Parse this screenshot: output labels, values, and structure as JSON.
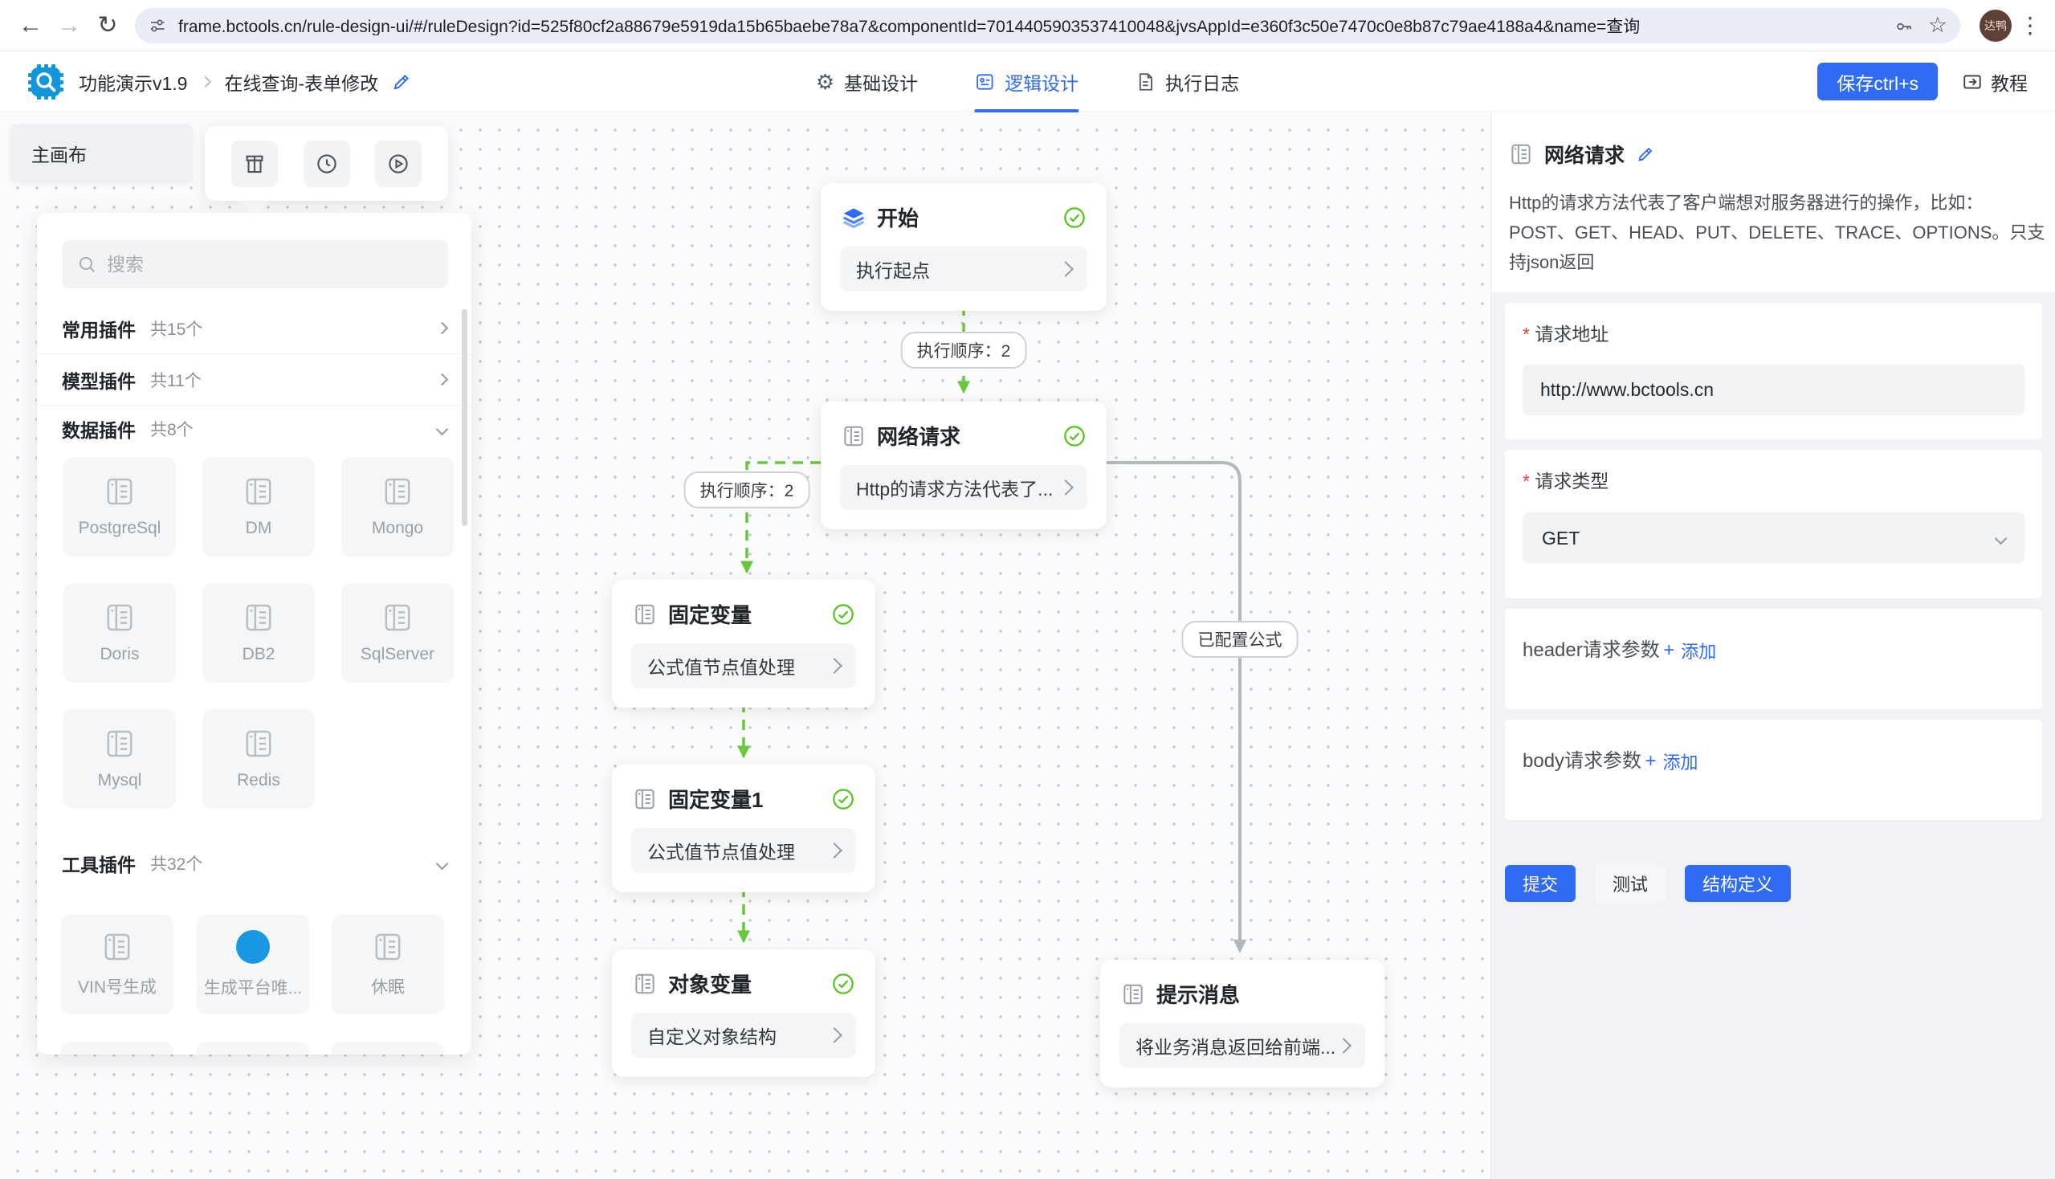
{
  "browser": {
    "url": "frame.bctools.cn/rule-design-ui/#/ruleDesign?id=525f80cf2a88679e5919da15b65baebe78a7&componentId=7014405903537410048&jvsAppId=e360f3c50e7470c0e8b87c79ae4188a4&name=查询",
    "avatar_text": "达鸭"
  },
  "header": {
    "app_title": "功能演示v1.9",
    "page_title": "在线查询-表单修改",
    "tabs": [
      {
        "label": "基础设计"
      },
      {
        "label": "逻辑设计"
      },
      {
        "label": "执行日志"
      }
    ],
    "save_label": "保存ctrl+s",
    "tutorial_label": "教程"
  },
  "palette": {
    "canvas_tab": "主画布",
    "search_placeholder": "搜索",
    "categories": [
      {
        "name": "常用插件",
        "count": "共15个"
      },
      {
        "name": "模型插件",
        "count": "共11个"
      },
      {
        "name": "数据插件",
        "count": "共8个"
      },
      {
        "name": "工具插件",
        "count": "共32个"
      }
    ],
    "data_plugins": [
      "PostgreSql",
      "DM",
      "Mongo",
      "Doris",
      "DB2",
      "SqlServer",
      "Mysql",
      "Redis"
    ],
    "tool_plugins": [
      "VIN号生成",
      "生成平台唯...",
      "休眠"
    ]
  },
  "canvas": {
    "nodes": {
      "start": {
        "title": "开始",
        "field": "执行起点"
      },
      "http": {
        "title": "网络请求",
        "field": "Http的请求方法代表了..."
      },
      "var1": {
        "title": "固定变量",
        "field": "公式值节点值处理"
      },
      "var2": {
        "title": "固定变量1",
        "field": "公式值节点值处理"
      },
      "obj": {
        "title": "对象变量",
        "field": "自定义对象结构"
      },
      "msg": {
        "title": "提示消息",
        "field": "将业务消息返回给前端..."
      }
    },
    "edges": {
      "order_label_1": "执行顺序：2",
      "order_label_2": "执行顺序：2",
      "formula_label": "已配置公式"
    }
  },
  "inspector": {
    "title": "网络请求",
    "description": "Http的请求方法代表了客户端想对服务器进行的操作，比如：POST、GET、HEAD、PUT、DELETE、TRACE、OPTIONS。只支持json返回",
    "url_field": {
      "label": "请求地址",
      "value": "http://www.bctools.cn"
    },
    "type_field": {
      "label": "请求类型",
      "value": "GET"
    },
    "header_params": {
      "label": "header请求参数",
      "add_label": "添加"
    },
    "body_params": {
      "label": "body请求参数",
      "add_label": "添加"
    },
    "buttons": {
      "submit": "提交",
      "test": "测试",
      "schema": "结构定义"
    }
  }
}
